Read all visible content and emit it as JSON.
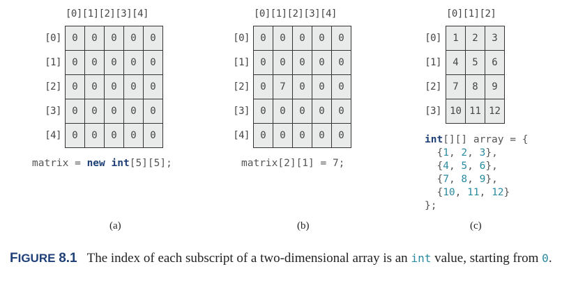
{
  "panel_a": {
    "col_header": "[0][1][2][3][4]",
    "row_labels": [
      "[0]",
      "[1]",
      "[2]",
      "[3]",
      "[4]"
    ],
    "cells": [
      [
        "0",
        "0",
        "0",
        "0",
        "0"
      ],
      [
        "0",
        "0",
        "0",
        "0",
        "0"
      ],
      [
        "0",
        "0",
        "0",
        "0",
        "0"
      ],
      [
        "0",
        "0",
        "0",
        "0",
        "0"
      ],
      [
        "0",
        "0",
        "0",
        "0",
        "0"
      ]
    ],
    "code_prefix": "matrix = ",
    "code_kw_new": "new",
    "code_kw_int": "int",
    "code_suffix": "[5][5];",
    "label": "(a)"
  },
  "panel_b": {
    "col_header": "[0][1][2][3][4]",
    "row_labels": [
      "[0]",
      "[1]",
      "[2]",
      "[3]",
      "[4]"
    ],
    "cells": [
      [
        "0",
        "0",
        "0",
        "0",
        "0"
      ],
      [
        "0",
        "0",
        "0",
        "0",
        "0"
      ],
      [
        "0",
        "7",
        "0",
        "0",
        "0"
      ],
      [
        "0",
        "0",
        "0",
        "0",
        "0"
      ],
      [
        "0",
        "0",
        "0",
        "0",
        "0"
      ]
    ],
    "code": "matrix[2][1] = 7;",
    "label": "(b)"
  },
  "panel_c": {
    "col_header": "[0][1][2]",
    "row_labels": [
      "[0]",
      "[1]",
      "[2]",
      "[3]"
    ],
    "cells": [
      [
        "1",
        "2",
        "3"
      ],
      [
        "4",
        "5",
        "6"
      ],
      [
        "7",
        "8",
        "9"
      ],
      [
        "10",
        "11",
        "12"
      ]
    ],
    "code_kw_int": "int",
    "code_line1_rest": "[][] array = {",
    "code_rows": [
      [
        "1",
        "2",
        "3"
      ],
      [
        "4",
        "5",
        "6"
      ],
      [
        "7",
        "8",
        "9"
      ],
      [
        "10",
        "11",
        "12"
      ]
    ],
    "code_close": "};",
    "label": "(c)"
  },
  "caption": {
    "figure_label_initial": "F",
    "figure_label_rest": "IGURE",
    "figure_number": "8.1",
    "text_part1": "The index of each subscript of a two-dimensional array is an",
    "code_int": "int",
    "text_part2": "value, starting from",
    "code_zero": "0",
    "text_end": "."
  },
  "colors": {
    "keyword": "#1e3f78",
    "number": "#2a8aa0",
    "cell_fill": "#e9ebea",
    "grid_line": "#333333"
  }
}
